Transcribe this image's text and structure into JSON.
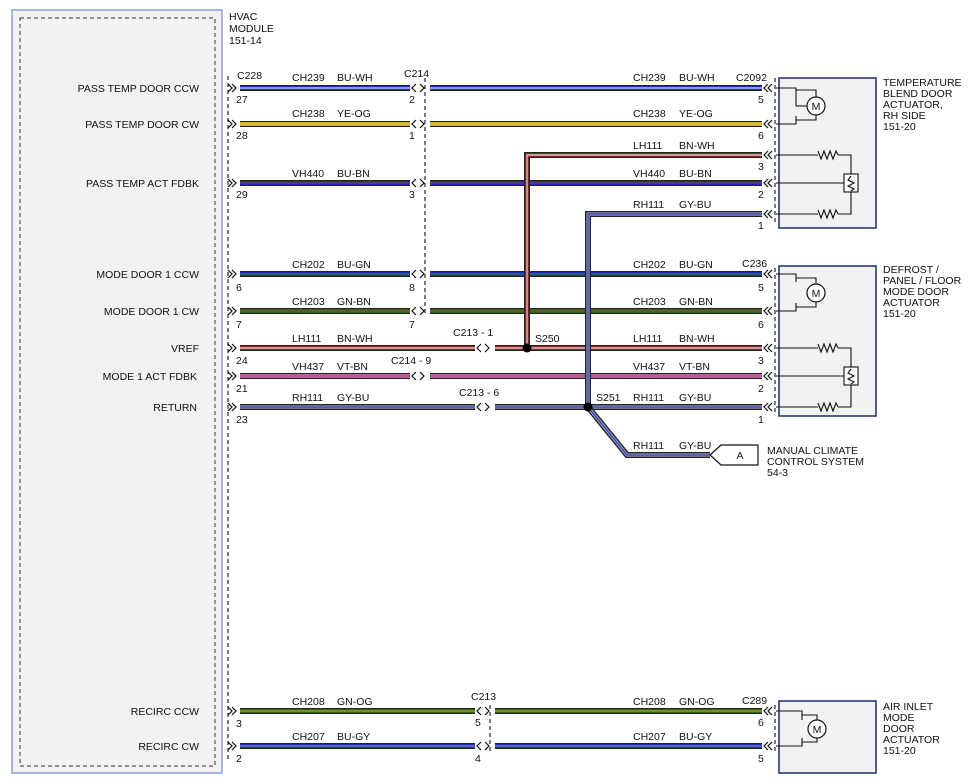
{
  "colors": {
    "BU": "#2233dd",
    "YE": "#f0e442",
    "BN": "#9b2f2f",
    "GN": "#2f7f1f",
    "GY": "#8890a8",
    "VT": "#e07de0",
    "WH": "#ffffff",
    "OG": "#e08a20"
  },
  "hvac": {
    "line1": "HVAC",
    "line2": "MODULE",
    "line3": "151-14",
    "connector": "C228"
  },
  "signals": [
    {
      "name": "PASS TEMP DOOR CCW",
      "pin": "27"
    },
    {
      "name": "PASS TEMP DOOR CW",
      "pin": "28"
    },
    {
      "name": "PASS TEMP ACT FDBK",
      "pin": "29"
    },
    {
      "name": "MODE DOOR 1 CCW",
      "pin": "6"
    },
    {
      "name": "MODE DOOR 1 CW",
      "pin": "7"
    },
    {
      "name": "VREF",
      "pin": "24"
    },
    {
      "name": "MODE 1 ACT FDBK",
      "pin": "21"
    },
    {
      "name": "RETURN",
      "pin": "23"
    },
    {
      "name": "RECIRC CCW",
      "pin": "3"
    },
    {
      "name": "RECIRC CW",
      "pin": "2"
    }
  ],
  "circuits": [
    {
      "left_id": "CH239",
      "left_color": "BU-WH",
      "right_id": "CH239",
      "right_color": "BU-WH",
      "mid_pin": "2",
      "dev_pin": "5"
    },
    {
      "left_id": "CH238",
      "left_color": "YE-OG",
      "right_id": "CH238",
      "right_color": "YE-OG",
      "mid_pin": "1",
      "dev_pin": "6"
    },
    {
      "left_id": "VH440",
      "left_color": "BU-BN",
      "right_id": "VH440",
      "right_color": "BU-BN",
      "mid_pin": "3",
      "dev_pin": "2"
    },
    {
      "left_id": "CH202",
      "left_color": "BU-GN",
      "right_id": "CH202",
      "right_color": "BU-GN",
      "mid_pin": "8",
      "dev_pin": "5"
    },
    {
      "left_id": "CH203",
      "left_color": "GN-BN",
      "right_id": "CH203",
      "right_color": "GN-BN",
      "mid_pin": "7",
      "dev_pin": "6"
    },
    {
      "left_id": "LH111",
      "left_color": "BN-WH",
      "right_id": "LH111",
      "right_color": "BN-WH",
      "dev_pin": "3"
    },
    {
      "left_id": "VH437",
      "left_color": "VT-BN",
      "right_id": "VH437",
      "right_color": "VT-BN",
      "dev_pin": "2"
    },
    {
      "left_id": "RH111",
      "left_color": "GY-BU",
      "right_id": "RH111",
      "right_color": "GY-BU",
      "dev_pin": "1"
    },
    {
      "left_id": "CH208",
      "left_color": "GN-OG",
      "right_id": "CH208",
      "right_color": "GN-OG",
      "mid_pin": "5",
      "dev_pin": "6"
    },
    {
      "left_id": "CH207",
      "left_color": "BU-GY",
      "right_id": "CH207",
      "right_color": "BU-GY",
      "mid_pin": "4",
      "dev_pin": "5"
    }
  ],
  "extra_wires": [
    {
      "id": "LH111",
      "color": "BN-WH",
      "pin": "3"
    },
    {
      "id": "RH111",
      "color": "GY-BU",
      "pin": "1"
    },
    {
      "id": "RH111",
      "color": "GY-BU"
    }
  ],
  "connectors": {
    "c214": "C214",
    "c214_9": "C214 - 9",
    "c213_1": "C213 - 1",
    "c213_6": "C213 - 6",
    "c213": "C213",
    "c2092": "C2092",
    "c236": "C236",
    "c289": "C289"
  },
  "splices": {
    "s250": "S250",
    "s251": "S251"
  },
  "devices": {
    "temp_blend": {
      "line1": "TEMPERATURE",
      "line2": "BLEND DOOR",
      "line3": "ACTUATOR,",
      "line4": "RH SIDE",
      "line5": "151-20"
    },
    "mode_door": {
      "line1": "DEFROST /",
      "line2": "PANEL / FLOOR",
      "line3": "MODE DOOR",
      "line4": "ACTUATOR",
      "line5": "151-20"
    },
    "air_inlet": {
      "line1": "AIR INLET",
      "line2": "MODE",
      "line3": "DOOR",
      "line4": "ACTUATOR",
      "line5": "151-20"
    },
    "motor_symbol": "M"
  },
  "manual_climate": {
    "tag": "A",
    "line1": "MANUAL CLIMATE",
    "line2": "CONTROL SYSTEM",
    "line3": "54-3"
  }
}
